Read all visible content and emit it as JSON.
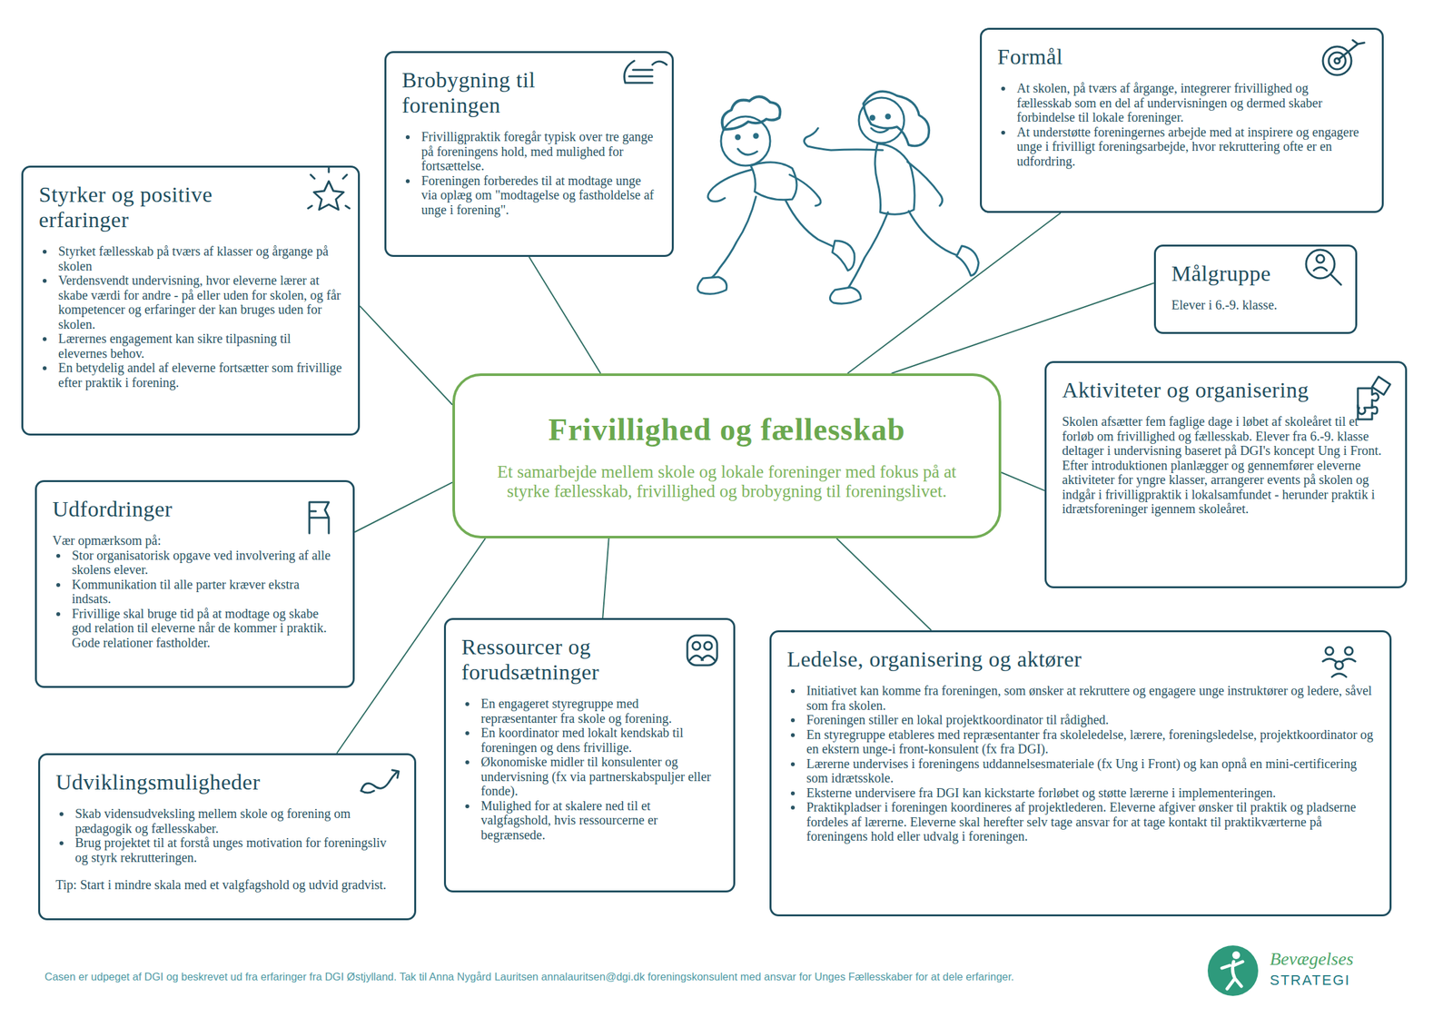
{
  "diagram": {
    "nodes": [
      {
        "text": [
          "Brobygning til foreningen",
          "Frivilligpraktik foregår typisk over tre gange på foreningens hold, med mulighed for fortsættelse.",
          "Foreningen forberedes til at modtage unge via oplæg om \"modtagelse og fastholdelse af unge i forening\"."
        ]
      },
      {
        "text": [
          "Formål",
          "At skolen, på tværs af årgange, integrerer frivillighed og fællesskab som en del af undervisningen og dermed skaber forbindelse til lokale foreninger.",
          "At understøtte foreningernes arbejde med at inspirere og engagere unge i frivilligt foreningsarbejde, hvor rekruttering ofte er en udfordring."
        ]
      },
      {
        "text": [
          "Styrker og positive erfaringer",
          "Styrket fællesskab på tværs af klasser og årgange på skolen",
          "Verdensvendt undervisning, hvor eleverne lærer at skabe værdi for andre - på eller uden for skolen, og får kompetencer og erfaringer der kan bruges uden for skolen.",
          "Lærernes engagement kan sikre tilpasning til elevernes behov.",
          "En betydelig andel af eleverne fortsætter som frivillige efter praktik i forening."
        ]
      },
      {
        "text": [
          "Målgruppe",
          "Elever i 6.-9. klasse."
        ]
      },
      {
        "text": [
          "Frivillighed og fællesskab",
          "Et samarbejde mellem skole og lokale foreninger med fokus på at styrke fællesskab, frivillighed og brobygning til foreningslivet."
        ]
      },
      {
        "text": [
          "Aktiviteter og organisering",
          "Skolen afsætter fem faglige dage i løbet af skoleåret til et forløb om frivillighed og fællesskab. Elever fra 6.-9. klasse deltager i undervisning baseret på DGI's koncept Ung i Front.",
          "Efter introduktionen planlægger og gennemfører eleverne aktiviteter for yngre klasser, arrangerer events på skolen og indgår i frivilligpraktik i lokalsamfundet - herunder praktik i idrætsforeninger igennem skoleåret."
        ]
      },
      {
        "text": [
          "Udfordringer",
          "Vær opmærksom på:",
          "Stor organisatorisk opgave ved involvering af alle skolens elever.",
          "Kommunikation til alle parter kræver ekstra indsats.",
          "Frivillige skal bruge tid på at modtage og skabe god relation til eleverne når de kommer i praktik. Gode relationer fastholder."
        ]
      },
      {
        "text": [
          "Ressourcer og forudsætninger",
          "En engageret styregruppe med repræsentanter fra skole og forening.",
          "En koordinator med lokalt kendskab til foreningen og dens frivillige.",
          "Økonomiske midler til konsulenter og undervisning (fx via partnerskabspuljer eller fonde).",
          "Mulighed for at skalere ned til et valgfagshold, hvis ressourcerne er begrænsede."
        ]
      },
      {
        "text": [
          "Ledelse, organisering og aktører",
          "Initiativet kan komme fra foreningen, som ønsker at rekruttere og engagere unge instruktører og ledere, såvel som fra skolen.",
          "Foreningen stiller en lokal projektkoordinator til rådighed.",
          "En styregruppe etableres med repræsentanter fra skoleledelse, lærere, foreningsledelse, projektkoordinator og en ekstern unge-i front-konsulent (fx fra DGI).",
          "Lærerne undervises i foreningens uddannelsesmateriale (fx Ung i Front) og kan opnå en mini-certificering som idrætsskole.",
          "Eksterne undervisere fra DGI kan kickstarte forløbet og støtte lærerne i implementeringen.",
          "Praktikpladser i foreningen koordineres af projektlederen. Eleverne afgiver ønsker til praktik og pladserne fordeles af lærerne. Eleverne skal herefter selv tage ansvar for at tage kontakt til praktikværterne på foreningens hold eller udvalg i foreningen."
        ]
      },
      {
        "text": [
          "Udviklingsmuligheder",
          "Skab vidensudveksling mellem skole og forening om pædagogik og fællesskaber.",
          "Brug projektet til at forstå unges motivation for foreningsliv og styrk rekrutteringen.",
          "Tip: Start i mindre skala med et valgfagshold og udvid gradvist."
        ]
      }
    ],
    "edges": [
      {
        "from": 4,
        "to": 0,
        "arrow": "none"
      },
      {
        "from": 4,
        "to": 1,
        "arrow": "none"
      },
      {
        "from": 4,
        "to": 2,
        "arrow": "none"
      },
      {
        "from": 4,
        "to": 3,
        "arrow": "none"
      },
      {
        "from": 4,
        "to": 5,
        "arrow": "none"
      },
      {
        "from": 4,
        "to": 6,
        "arrow": "none"
      },
      {
        "from": 4,
        "to": 7,
        "arrow": "none"
      },
      {
        "from": 4,
        "to": 8,
        "arrow": "none"
      },
      {
        "from": 4,
        "to": 9,
        "arrow": "none"
      }
    ],
    "labels": [
      "Casen er udpeget af DGI og beskrevet ud fra erfaringer fra DGI Østjylland. Tak til Anna Nygård Lauritsen annalauritsen@dgi.dk foreningskonsulent med ansvar for Unges Fællesskaber for at dele erfaringer.",
      "Bevægelses",
      "STRATEGI"
    ]
  }
}
